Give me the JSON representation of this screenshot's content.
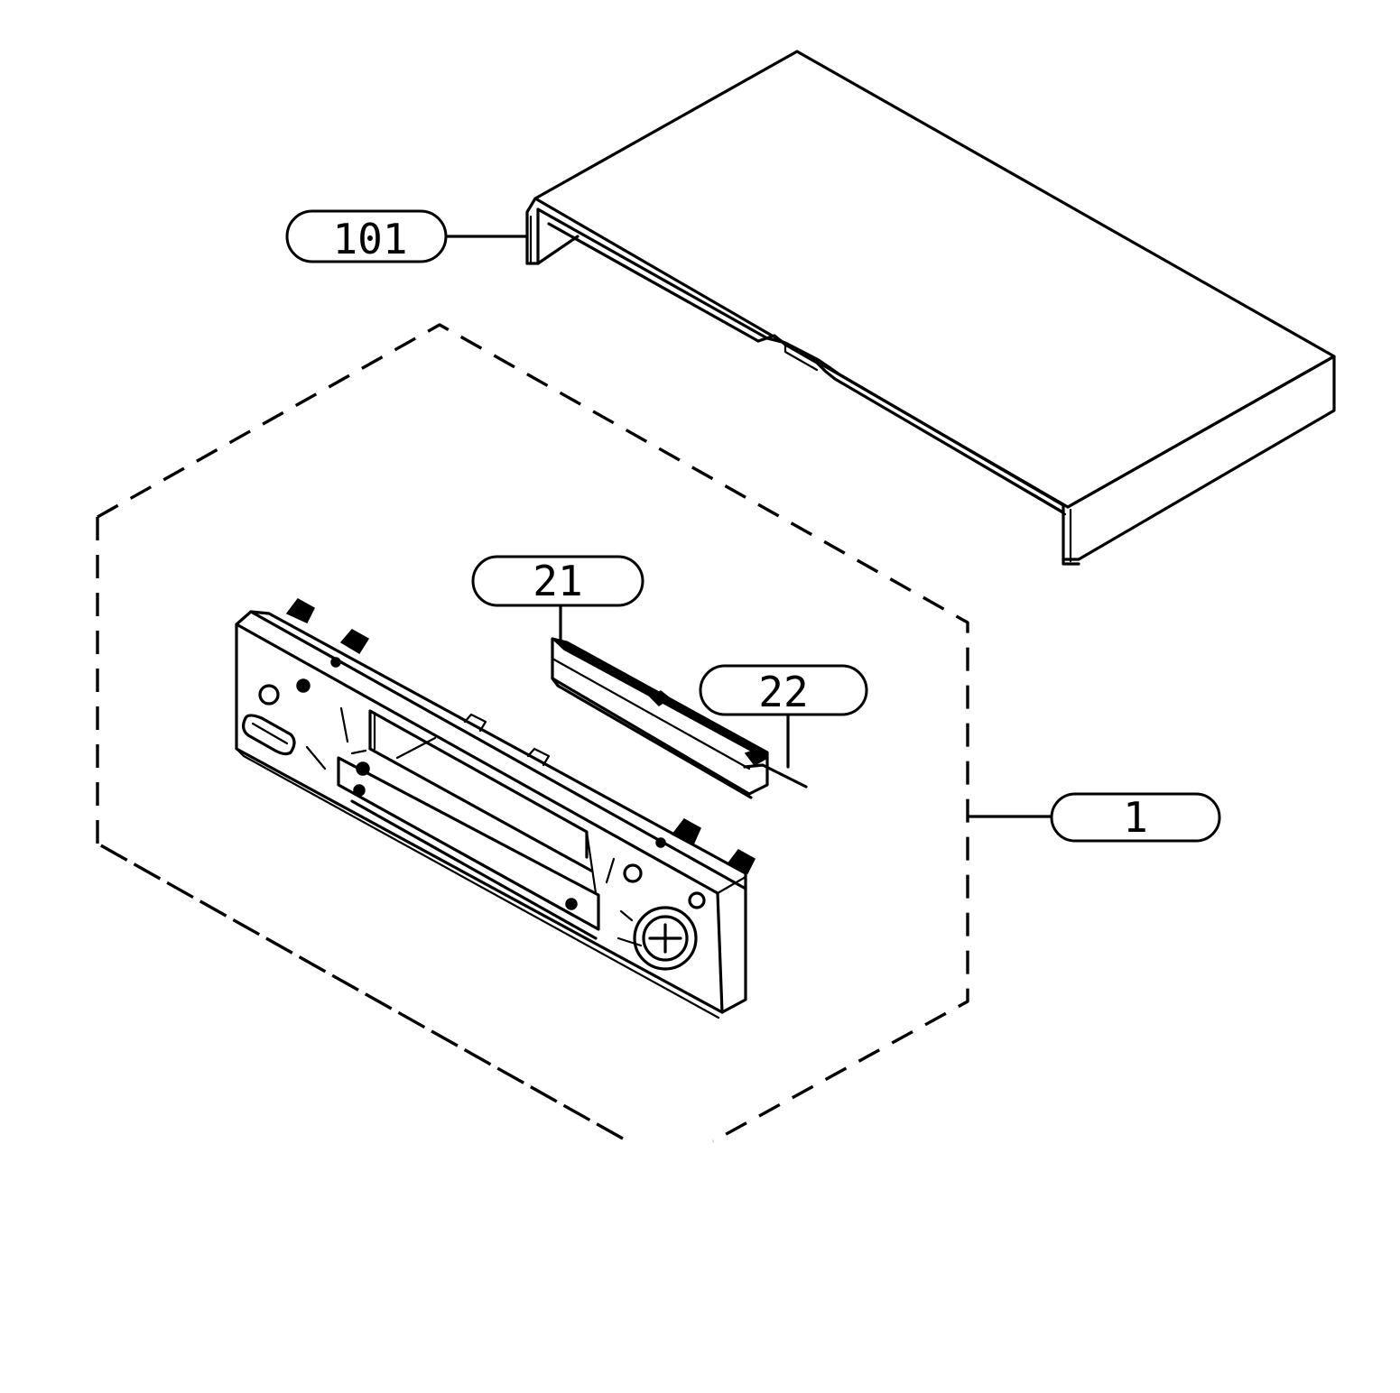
{
  "callouts": {
    "top_cover": "101",
    "front_panel_assembly": "1",
    "display_window": "21",
    "window_holder": "22"
  },
  "colors": {
    "line": "#000000",
    "background": "#ffffff"
  }
}
